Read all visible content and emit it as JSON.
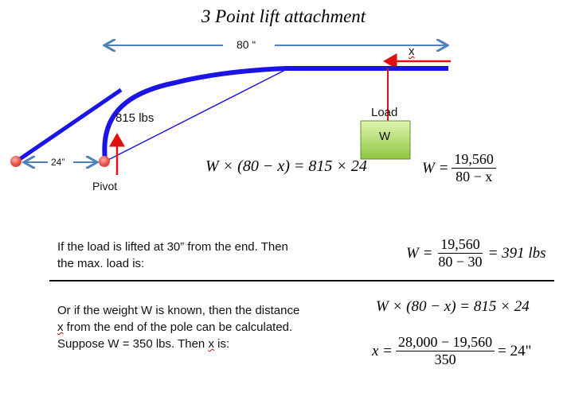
{
  "title": "3 Point lift attachment",
  "diagram": {
    "span_label": "80 “",
    "x_label": "x",
    "force_label": "815 lbs",
    "load_label": "Load",
    "weight_label": "W",
    "offset_label": "24”",
    "pivot_label": "Pivot",
    "colors": {
      "beam": "#1a14e6",
      "force": "#e01010",
      "dim": "#4f81bd",
      "load": "#9ed44a"
    }
  },
  "eq1": {
    "lhs": "W × (80 − x) = 815 × 24"
  },
  "eq2": {
    "lhs": "W =",
    "num": "19,560",
    "den": "80 − x"
  },
  "section1": {
    "line1": "If the load is lifted at 30” from the end. Then",
    "line2": "the max. load is:",
    "eq": {
      "lhs": "W =",
      "num": "19,560",
      "den": "80 − 30",
      "rhs": "= 391 lbs"
    }
  },
  "section2": {
    "line1": "Or if the weight W is known, then the distance",
    "line2_x": "x",
    "line2_rest": " from the end of the pole can be  calculated.",
    "line3_a": "Suppose W = 350 lbs. Then ",
    "line3_x": "x",
    "line3_b": " is:",
    "eq1": "W × (80 − x) = 815 × 24",
    "eq2": {
      "lhs": "x =",
      "num": "28,000 − 19,560",
      "den": "350",
      "rhs": "= 24\""
    }
  }
}
